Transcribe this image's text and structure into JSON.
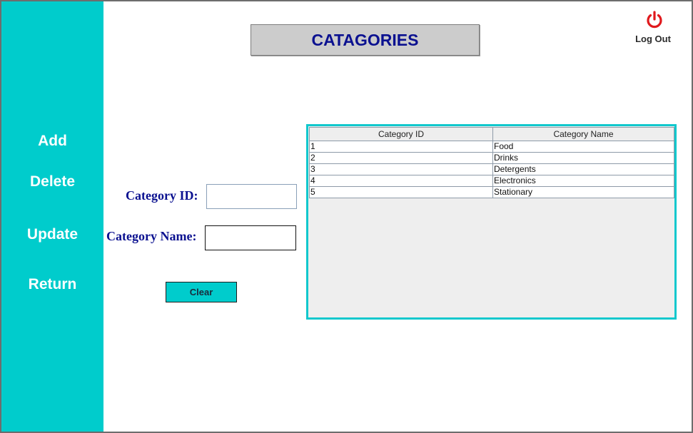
{
  "header": {
    "title": "CATAGORIES",
    "logout_label": "Log Out"
  },
  "sidebar": {
    "items": [
      {
        "label": "Add"
      },
      {
        "label": "Delete"
      },
      {
        "label": "Update"
      },
      {
        "label": "Return"
      }
    ]
  },
  "form": {
    "category_id_label": "Category ID:",
    "category_id_value": "",
    "category_name_label": "Category Name:",
    "category_name_value": "",
    "clear_label": "Clear"
  },
  "table": {
    "columns": [
      "Category ID",
      "Category Name"
    ],
    "rows": [
      [
        "1",
        "Food"
      ],
      [
        "2",
        "Drinks"
      ],
      [
        "3",
        "Detergents"
      ],
      [
        "4",
        "Electronics"
      ],
      [
        "5",
        "Stationary"
      ]
    ]
  },
  "colors": {
    "sidebar": "#00cccc",
    "title_text": "#0b1190",
    "power_icon": "#e0191d",
    "table_border": "#11c8cd"
  }
}
